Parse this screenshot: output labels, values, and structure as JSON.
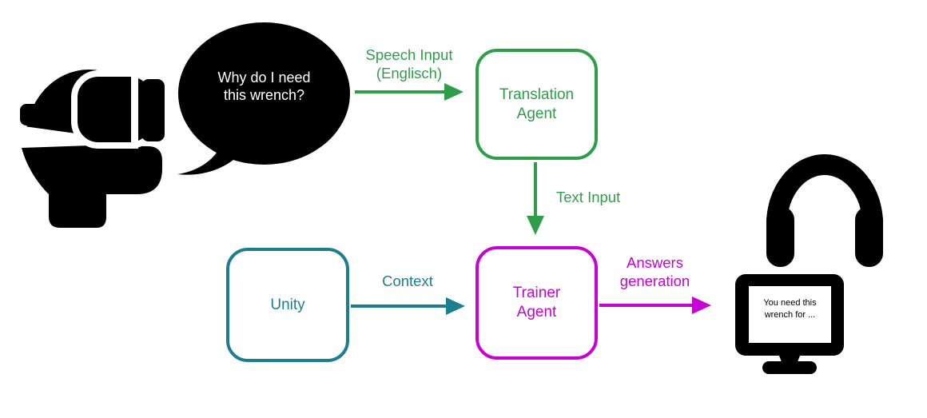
{
  "colors": {
    "green": "#2f9e4a",
    "teal": "#1d7e91",
    "magenta": "#c703d3",
    "icon_black": "#000000",
    "bubble_fill": "#000000",
    "bubble_text": "#ffffff",
    "background": "#ffffff"
  },
  "actors": {
    "user": {
      "icon": "person-wearing-vr-headset-icon",
      "speech_bubble": {
        "lines": [
          "Why do I need",
          "this wrench?"
        ]
      }
    },
    "output_device": {
      "icons": [
        "headphones-icon",
        "monitor-icon"
      ],
      "screen_text": {
        "lines": [
          "You need this",
          "wrench for ..."
        ]
      }
    }
  },
  "nodes": {
    "translation_agent": {
      "lines": [
        "Translation",
        "Agent"
      ],
      "color": "#2f9e4a"
    },
    "trainer_agent": {
      "lines": [
        "Trainer",
        "Agent"
      ],
      "color": "#c703d3"
    },
    "unity": {
      "lines": [
        "Unity"
      ],
      "color": "#1d7e91"
    }
  },
  "edges": {
    "speech_input": {
      "lines": [
        "Speech Input",
        "(Englisch)"
      ],
      "from": "user",
      "to": "translation_agent",
      "color": "#2f9e4a"
    },
    "text_input": {
      "lines": [
        "Text Input"
      ],
      "from": "translation_agent",
      "to": "trainer_agent",
      "color": "#2f9e4a"
    },
    "context": {
      "lines": [
        "Context"
      ],
      "from": "unity",
      "to": "trainer_agent",
      "color": "#1d7e91"
    },
    "answers_generation": {
      "lines": [
        "Answers",
        "generation"
      ],
      "from": "trainer_agent",
      "to": "output_device",
      "color": "#c703d3"
    }
  }
}
